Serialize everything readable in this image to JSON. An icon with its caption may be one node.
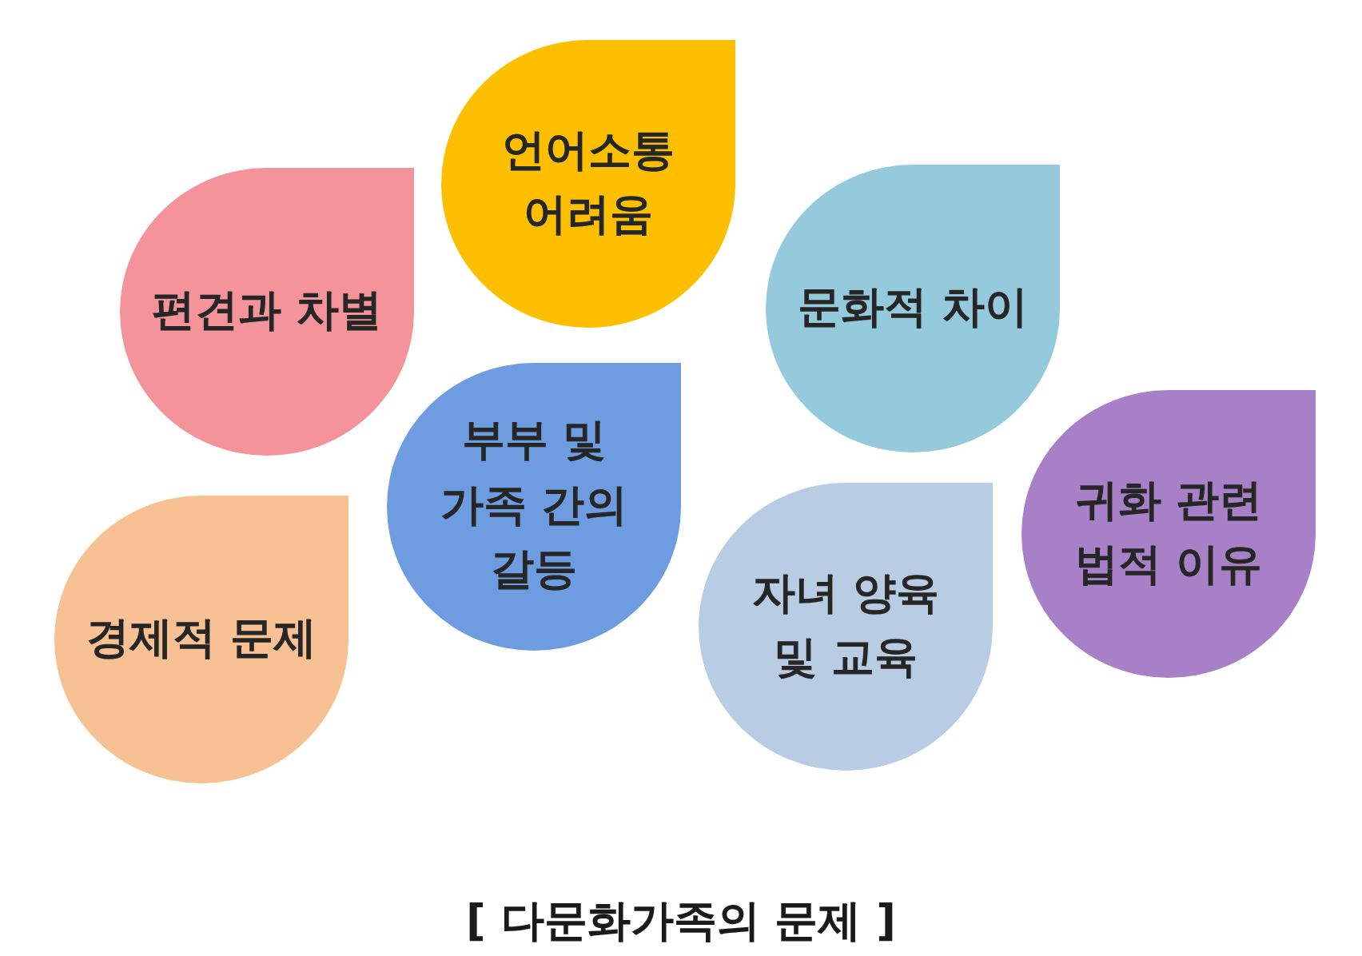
{
  "diagram": {
    "caption": "[ 다문화가족의 문제 ]",
    "nodes": [
      {
        "text": [
          "언어소통 어려움"
        ]
      },
      {
        "text": [
          "편견과 차별"
        ]
      },
      {
        "text": [
          "문화적 차이"
        ]
      },
      {
        "text": [
          "부부 및 가족 간의 갈등"
        ]
      },
      {
        "text": [
          "귀화 관련 법적 이유"
        ]
      },
      {
        "text": [
          "자녀 양육 및 교육"
        ]
      },
      {
        "text": [
          "경제적 문제"
        ]
      }
    ]
  }
}
